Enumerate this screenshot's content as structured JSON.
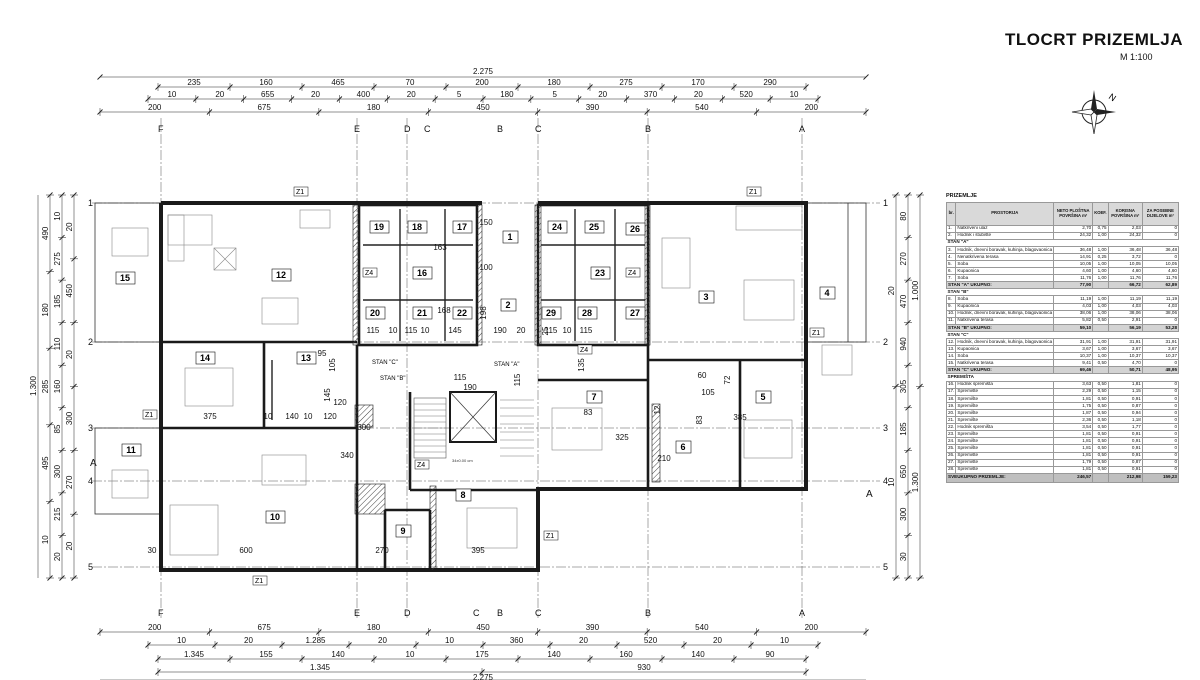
{
  "sheet": {
    "title": "TLOCRT PRIZEMLJA",
    "scale": "M 1:100"
  },
  "compass": {
    "north_label": "N",
    "icon": "compass-icon"
  },
  "plan": {
    "rooms": [
      {
        "id": "r1",
        "label": "1"
      },
      {
        "id": "r2",
        "label": "2"
      },
      {
        "id": "r3",
        "label": "3"
      },
      {
        "id": "r4",
        "label": "4"
      },
      {
        "id": "r5",
        "label": "5"
      },
      {
        "id": "r6",
        "label": "6"
      },
      {
        "id": "r7",
        "label": "7"
      },
      {
        "id": "r8",
        "label": "8"
      },
      {
        "id": "r9",
        "label": "9"
      },
      {
        "id": "r10",
        "label": "10"
      },
      {
        "id": "r11",
        "label": "11"
      },
      {
        "id": "r12",
        "label": "12"
      },
      {
        "id": "r13",
        "label": "13"
      },
      {
        "id": "r14",
        "label": "14"
      },
      {
        "id": "r15",
        "label": "15"
      },
      {
        "id": "r16",
        "label": "16"
      },
      {
        "id": "r17",
        "label": "17"
      },
      {
        "id": "r18",
        "label": "18"
      },
      {
        "id": "r19",
        "label": "19"
      },
      {
        "id": "r20",
        "label": "20"
      },
      {
        "id": "r21",
        "label": "21"
      },
      {
        "id": "r22",
        "label": "22"
      },
      {
        "id": "r23",
        "label": "23"
      },
      {
        "id": "r24",
        "label": "24"
      },
      {
        "id": "r25",
        "label": "25"
      },
      {
        "id": "r26",
        "label": "26"
      },
      {
        "id": "r27",
        "label": "27"
      },
      {
        "id": "r28",
        "label": "28"
      },
      {
        "id": "r29",
        "label": "29"
      }
    ],
    "stan_labels": {
      "a": "STAN \"A\"",
      "b": "STAN \"B\"",
      "c": "STAN \"C\""
    },
    "wall_tags": {
      "z1": "Z1",
      "z4": "Z4"
    },
    "axes": {
      "F": "F",
      "E": "E",
      "D": "D",
      "C": "C",
      "B": "B",
      "A": "A",
      "n1": "1",
      "n2": "2",
      "n3": "3",
      "n4": "4",
      "n5": "5"
    },
    "top_dims": {
      "overall": "2.275",
      "row1": [
        "235",
        "160",
        "465",
        "70",
        "200",
        "180",
        "275",
        "170",
        "290"
      ],
      "row2": [
        "10",
        "20",
        "655",
        "20",
        "400",
        "20",
        "5",
        "180",
        "5",
        "20",
        "370",
        "20",
        "520",
        "10"
      ],
      "row3": [
        "200",
        "675",
        "180",
        "450",
        "390",
        "540",
        "200"
      ]
    },
    "bottom_dims": {
      "row1": [
        "200",
        "675",
        "180",
        "450",
        "390",
        "540",
        "200"
      ],
      "row2": [
        "10",
        "20",
        "1.285",
        "20",
        "10",
        "360",
        "20",
        "520",
        "20",
        "10"
      ],
      "row3": [
        "1.345",
        "155",
        "140",
        "10",
        "175",
        "140",
        "160",
        "140",
        "90"
      ],
      "row4": [
        "1.345",
        "930"
      ],
      "overall": "2.275"
    },
    "left_dims": {
      "overall": "1.300",
      "col1": [
        "10",
        "275",
        "185",
        "110",
        "160",
        "85",
        "300",
        "215",
        "20"
      ],
      "col2": [
        "490",
        "180",
        "285",
        "495",
        "10"
      ],
      "col3": [
        "20",
        "450",
        "20",
        "300",
        "270",
        "20"
      ]
    },
    "right_dims": {
      "overall": "1.300",
      "col1": [
        "80",
        "270",
        "470",
        "940",
        "305",
        "185",
        "650",
        "300",
        "30"
      ],
      "col2": [
        "1.000",
        "1.300"
      ],
      "col3": [
        "20",
        "10"
      ]
    },
    "interior_dims": [
      "115",
      "10",
      "115",
      "10",
      "145",
      "190",
      "20",
      "115",
      "10",
      "115",
      "375",
      "10",
      "140",
      "10",
      "120",
      "600",
      "270",
      "395",
      "105",
      "115",
      "190",
      "115",
      "163",
      "100",
      "198",
      "168",
      "150",
      "135",
      "83",
      "325",
      "83",
      "385",
      "105",
      "72",
      "60",
      "210",
      "12",
      "95",
      "30",
      "25",
      "300",
      "340",
      "145",
      "120"
    ],
    "stair_note": "34x0.00 cm"
  },
  "schedule": {
    "section": "PRIZEMLJE",
    "headers": [
      "br.",
      "PROSTORIJA",
      "NETO PLOŠTNA POVRŠINA m²",
      "KOEF.",
      "KORISNA POVRŠINA m²",
      "ZA POSEBNE DIJELOVE m²"
    ],
    "groups": [
      {
        "label": "",
        "rows": [
          [
            "1.",
            "Natkriveni ulaz",
            "2,70",
            "0,75",
            "2,03",
            "0"
          ],
          [
            "2.",
            "Hodnik i stubište",
            "24,32",
            "1,00",
            "24,32",
            "0"
          ]
        ]
      },
      {
        "label": "STAN \"A\"",
        "rows": [
          [
            "3.",
            "Hodnik, dnevni boravak, kuhinja, blagovaonica",
            "36,48",
            "1,00",
            "36,48",
            "36,48"
          ],
          [
            "4.",
            "Nenatkrivena terasa",
            "14,91",
            "0,25",
            "3,72",
            "0"
          ],
          [
            "5.",
            "Soba",
            "10,05",
            "1,00",
            "10,05",
            "10,05"
          ],
          [
            "6.",
            "Kupaonica",
            "4,60",
            "1,00",
            "4,60",
            "4,60"
          ],
          [
            "7.",
            "Soba",
            "11,76",
            "1,00",
            "11,76",
            "11,76"
          ]
        ],
        "total": [
          "STAN \"A\" UKUPNO:",
          "77,90",
          "",
          "66,72",
          "62,89"
        ]
      },
      {
        "label": "STAN \"B\"",
        "rows": [
          [
            "8.",
            "Soba",
            "11,19",
            "1,00",
            "11,19",
            "11,19"
          ],
          [
            "9.",
            "Kupaonica",
            "4,03",
            "1,00",
            "4,03",
            "4,03"
          ],
          [
            "10.",
            "Hodnik, dnevni boravak, kuhinja, blagovaonica",
            "38,06",
            "1,00",
            "38,06",
            "38,06"
          ],
          [
            "11.",
            "Natkrivena terasa",
            "5,82",
            "0,50",
            "2,91",
            "0"
          ]
        ],
        "total": [
          "STAN \"B\" UKUPNO:",
          "59,10",
          "",
          "56,19",
          "53,28"
        ]
      },
      {
        "label": "STAN \"C\"",
        "rows": [
          [
            "12.",
            "Hodnik, dnevni boravak, kuhinja, blagovaonica",
            "31,91",
            "1,00",
            "31,91",
            "31,91"
          ],
          [
            "13.",
            "Kupaonica",
            "3,67",
            "1,00",
            "3,67",
            "3,67"
          ],
          [
            "14.",
            "Soba",
            "10,37",
            "1,00",
            "10,37",
            "10,37"
          ],
          [
            "15.",
            "Natkrivena terasa",
            "9,41",
            "0,50",
            "4,70",
            "0"
          ]
        ],
        "total": [
          "STAN \"C\" UKUPNO:",
          "69,46",
          "",
          "50,71",
          "48,95"
        ]
      },
      {
        "label": "SPREMIŠTA",
        "rows": [
          [
            "16.",
            "Hodnik spremišta",
            "3,63",
            "0,50",
            "1,81",
            "0"
          ],
          [
            "17.",
            "Spremište",
            "2,29",
            "0,50",
            "1,15",
            "0"
          ],
          [
            "18.",
            "Spremište",
            "1,81",
            "0,50",
            "0,91",
            "0"
          ],
          [
            "19.",
            "Spremište",
            "1,75",
            "0,50",
            "0,87",
            "0"
          ],
          [
            "20.",
            "Spremište",
            "1,87",
            "0,50",
            "0,94",
            "0"
          ],
          [
            "21.",
            "Spremište",
            "2,36",
            "0,50",
            "1,18",
            "0"
          ],
          [
            "22.",
            "Hodnik spremišta",
            "3,54",
            "0,50",
            "1,77",
            "0"
          ],
          [
            "23.",
            "Spremište",
            "1,81",
            "0,50",
            "0,91",
            "0"
          ],
          [
            "24.",
            "Spremište",
            "1,81",
            "0,50",
            "0,91",
            "0"
          ],
          [
            "25.",
            "Spremište",
            "1,81",
            "0,50",
            "0,91",
            "0"
          ],
          [
            "26.",
            "Spremište",
            "1,81",
            "0,50",
            "0,91",
            "0"
          ],
          [
            "27.",
            "Spremište",
            "1,79",
            "0,50",
            "0,87",
            "0"
          ],
          [
            "28.",
            "Spremište",
            "1,81",
            "0,50",
            "0,91",
            "0"
          ]
        ]
      }
    ],
    "grand_total": [
      "SVEUKUPNO PRIZEMLJE:",
      "246,57",
      "",
      "212,98",
      "159,23"
    ]
  }
}
